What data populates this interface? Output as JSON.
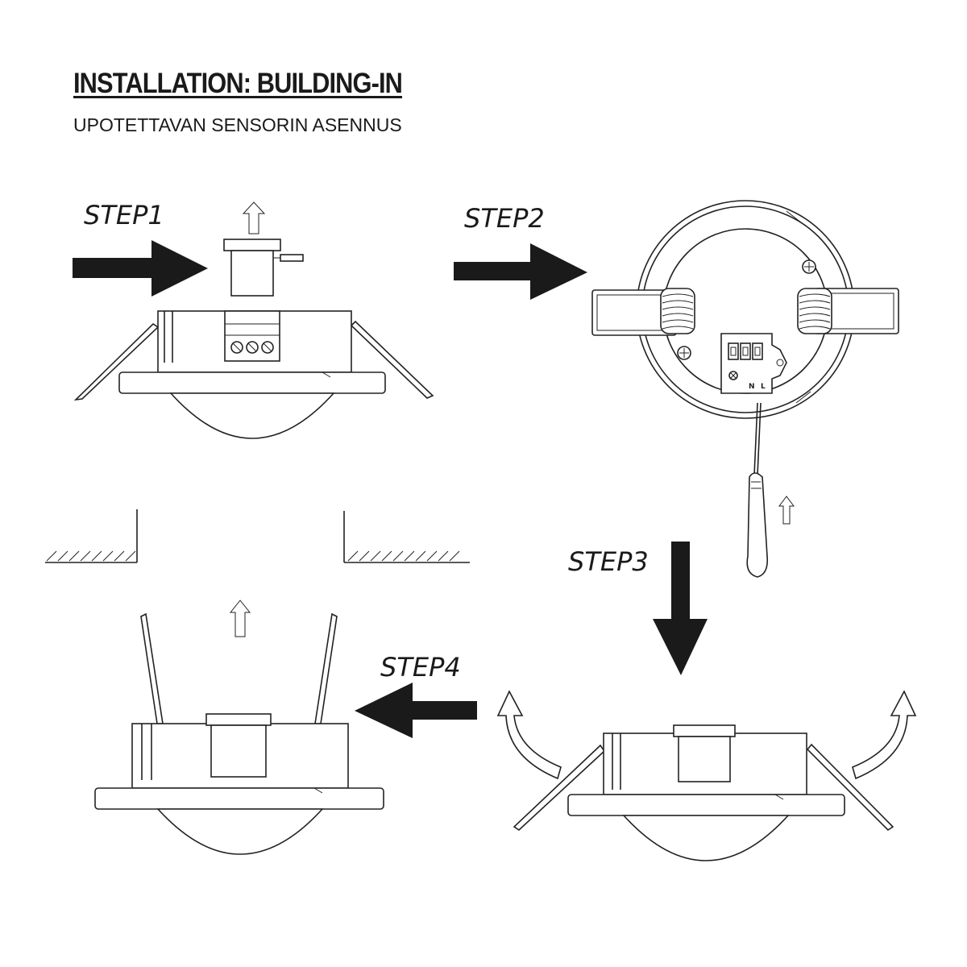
{
  "heading": {
    "title": "INSTALLATION: BUILDING-IN",
    "subtitle": "UPOTETTAVAN SENSORIN ASENNUS"
  },
  "steps": [
    {
      "label": "STEP1"
    },
    {
      "label": "STEP2"
    },
    {
      "label": "STEP3"
    },
    {
      "label": "STEP4"
    }
  ],
  "terminal_labels": {
    "neutral": "N",
    "live": "L"
  },
  "colors": {
    "ink": "#1a1a1a",
    "background": "#ffffff"
  }
}
